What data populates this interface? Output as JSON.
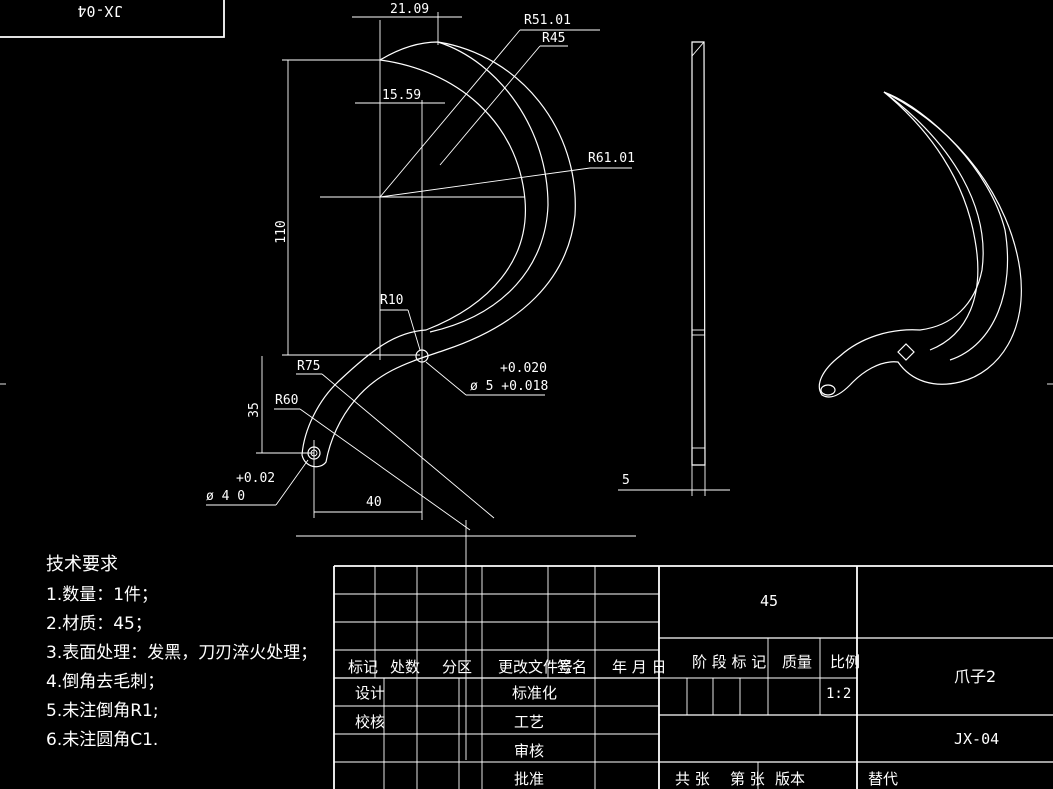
{
  "drawing": {
    "top_left_code": "JX-04",
    "dimensions": {
      "d_21_09": "21.09",
      "r51": "R51.01",
      "r45": "R45",
      "d_15_59": "15.59",
      "r61": "R61.01",
      "d_110": "110",
      "r10": "R10",
      "tol_upper_020": "+0.020",
      "hole_5": "ø 5 +0.018",
      "r75": "R75",
      "r60": "R60",
      "d_35": "35",
      "tol_upper_02": "+0.02",
      "hole_4": "ø 4  0",
      "d_40": "40",
      "d_5": "5"
    }
  },
  "requirements": {
    "title": "技术要求",
    "items": [
      "1.数量：1件；",
      "2.材质：45；",
      "3.表面处理：发黑，刀刃淬火处理；",
      "4.倒角去毛刺；",
      "5.未注倒角R1;",
      "6.未注圆角C1."
    ]
  },
  "title_block": {
    "headers": {
      "mark": "标记",
      "count": "处数",
      "zone": "分区",
      "change_doc": "更改文件号",
      "sign": "签名",
      "date": "年 月 日"
    },
    "design": "设计",
    "check": "校核",
    "standardize": "标准化",
    "process": "工艺",
    "review": "审核",
    "approve": "批准",
    "material": "45",
    "stage_mark": "阶 段 标 记",
    "mass": "质量",
    "scale_label": "比例",
    "scale_value": "1:2",
    "part_name": "爪子2",
    "drawing_number": "JX-04",
    "sheet_total": "共  张",
    "sheet_no": "第  张",
    "version": "版本",
    "replace": "替代"
  }
}
